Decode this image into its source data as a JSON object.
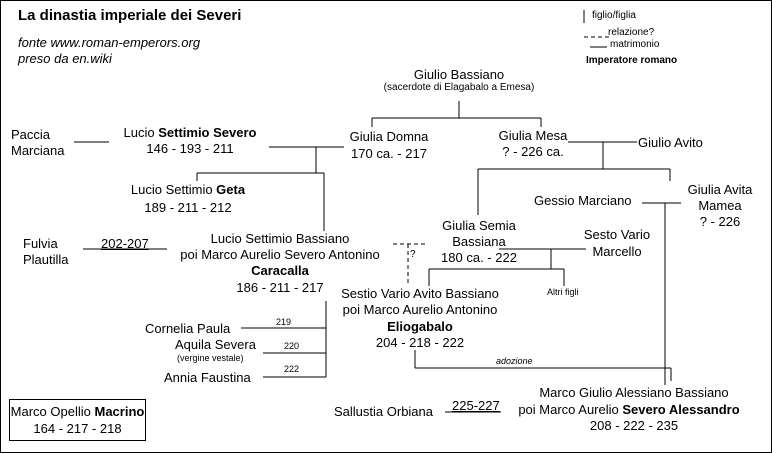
{
  "title": "La dinastia imperiale dei Severi",
  "source": {
    "line1": "fonte www.roman-emperors.org",
    "line2": "preso da en.wiki"
  },
  "legend": {
    "child": "figlio/figlia",
    "relation": "relazione?",
    "marriage": "matrimonio",
    "emperor": "Imperatore romano"
  },
  "persons": {
    "giulio_bassiano": {
      "name": "Giulio Bassiano",
      "note": "(sacerdote di Elagabalo a Emesa)"
    },
    "paccia_marciana": {
      "line1": "Paccia",
      "line2": "Marciana"
    },
    "settimio_severo": {
      "prefix": "Lucio ",
      "bold": "Settimio Severo",
      "dates": "146 - 193 - 211"
    },
    "giulia_domna": {
      "name": "Giulia Domna",
      "dates": "170 ca. - 217"
    },
    "giulia_mesa": {
      "name": "Giulia Mesa",
      "dates": "? - 226 ca."
    },
    "giulio_avito": {
      "name": "Giulio Avito"
    },
    "geta": {
      "prefix": "Lucio Settimio ",
      "bold": "Geta",
      "dates": "189 - 211 - 212"
    },
    "gessio_marciano": {
      "name": "Gessio Marciano"
    },
    "giulia_avita_mamea": {
      "line1": "Giulia Avita",
      "line2": "Mamea",
      "dates": "? - 226"
    },
    "fulvia_plautilla": {
      "line1": "Fulvia",
      "line2": "Plautilla",
      "marriage": "202-207"
    },
    "caracalla": {
      "line1": "Lucio Settimio Bassiano",
      "line2": "poi Marco Aurelio Severo Antonino",
      "bold": "Caracalla",
      "dates": "186 - 211 - 217",
      "question": "?"
    },
    "giulia_semia": {
      "line1": "Giulia Semia",
      "line2": "Bassiana",
      "dates": "180 ca. - 222"
    },
    "sesto_vario_marcello": {
      "line1": "Sesto Vario",
      "line2": "Marcello"
    },
    "altri_figli": "Altri figli",
    "eliogabalo": {
      "line1": "Sestio Vario Avito Bassiano",
      "line2": "poi Marco Aurelio Antonino",
      "bold": "Eliogabalo",
      "dates": "204 - 218 - 222"
    },
    "cornelia_paula": {
      "name": "Cornelia Paula",
      "year": "219"
    },
    "aquila_severa": {
      "name": "Aquila Severa",
      "note": "(vergine vestale)",
      "year": "220"
    },
    "annia_faustina": {
      "name": "Annia Faustina",
      "year": "222"
    },
    "adozione": "adozione",
    "macrino": {
      "prefix": "Marco Opellio ",
      "bold": "Macrino",
      "dates": "164 - 217 - 218"
    },
    "severo_alessandro": {
      "line1": "Marco Giulio Alessiano Bassiano",
      "prefix": "poi Marco Aurelio ",
      "bold": "Severo Alessandro",
      "dates": "208 - 222 - 235"
    },
    "sallustia_orbiana": {
      "name": "Sallustia Orbiana",
      "marriage": "225-227"
    }
  }
}
